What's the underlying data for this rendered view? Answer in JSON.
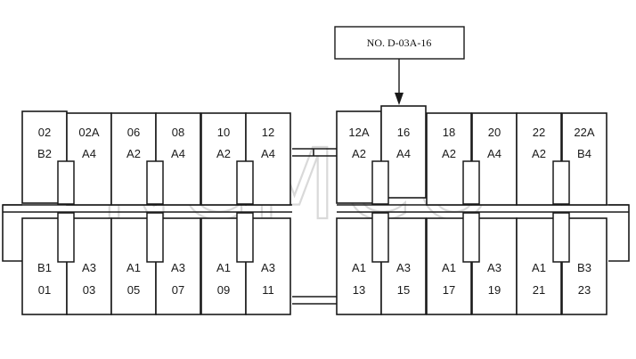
{
  "callout": {
    "text": "NO. D-03A-16"
  },
  "watermark": {
    "text": "NCMCO",
    "mark": "TM"
  },
  "top_row": [
    {
      "line1": "02",
      "line2": "B2"
    },
    {
      "line1": "02A",
      "line2": "A4"
    },
    {
      "line1": "06",
      "line2": "A2"
    },
    {
      "line1": "08",
      "line2": "A4"
    },
    {
      "line1": "10",
      "line2": "A2"
    },
    {
      "line1": "12",
      "line2": "A4"
    },
    {
      "line1": "12A",
      "line2": "A2"
    },
    {
      "line1": "16",
      "line2": "A4"
    },
    {
      "line1": "18",
      "line2": "A2"
    },
    {
      "line1": "20",
      "line2": "A4"
    },
    {
      "line1": "22",
      "line2": "A2"
    },
    {
      "line1": "22A",
      "line2": "B4"
    }
  ],
  "bottom_row": [
    {
      "line1": "B1",
      "line2": "01"
    },
    {
      "line1": "A3",
      "line2": "03"
    },
    {
      "line1": "A1",
      "line2": "05"
    },
    {
      "line1": "A3",
      "line2": "07"
    },
    {
      "line1": "A1",
      "line2": "09"
    },
    {
      "line1": "A3",
      "line2": "11"
    },
    {
      "line1": "A1",
      "line2": "13"
    },
    {
      "line1": "A3",
      "line2": "15"
    },
    {
      "line1": "A1",
      "line2": "17"
    },
    {
      "line1": "A3",
      "line2": "19"
    },
    {
      "line1": "A1",
      "line2": "21"
    },
    {
      "line1": "B3",
      "line2": "23"
    }
  ],
  "colors": {
    "line": "#1a1a1a",
    "watermark": "#d9d9d9"
  }
}
